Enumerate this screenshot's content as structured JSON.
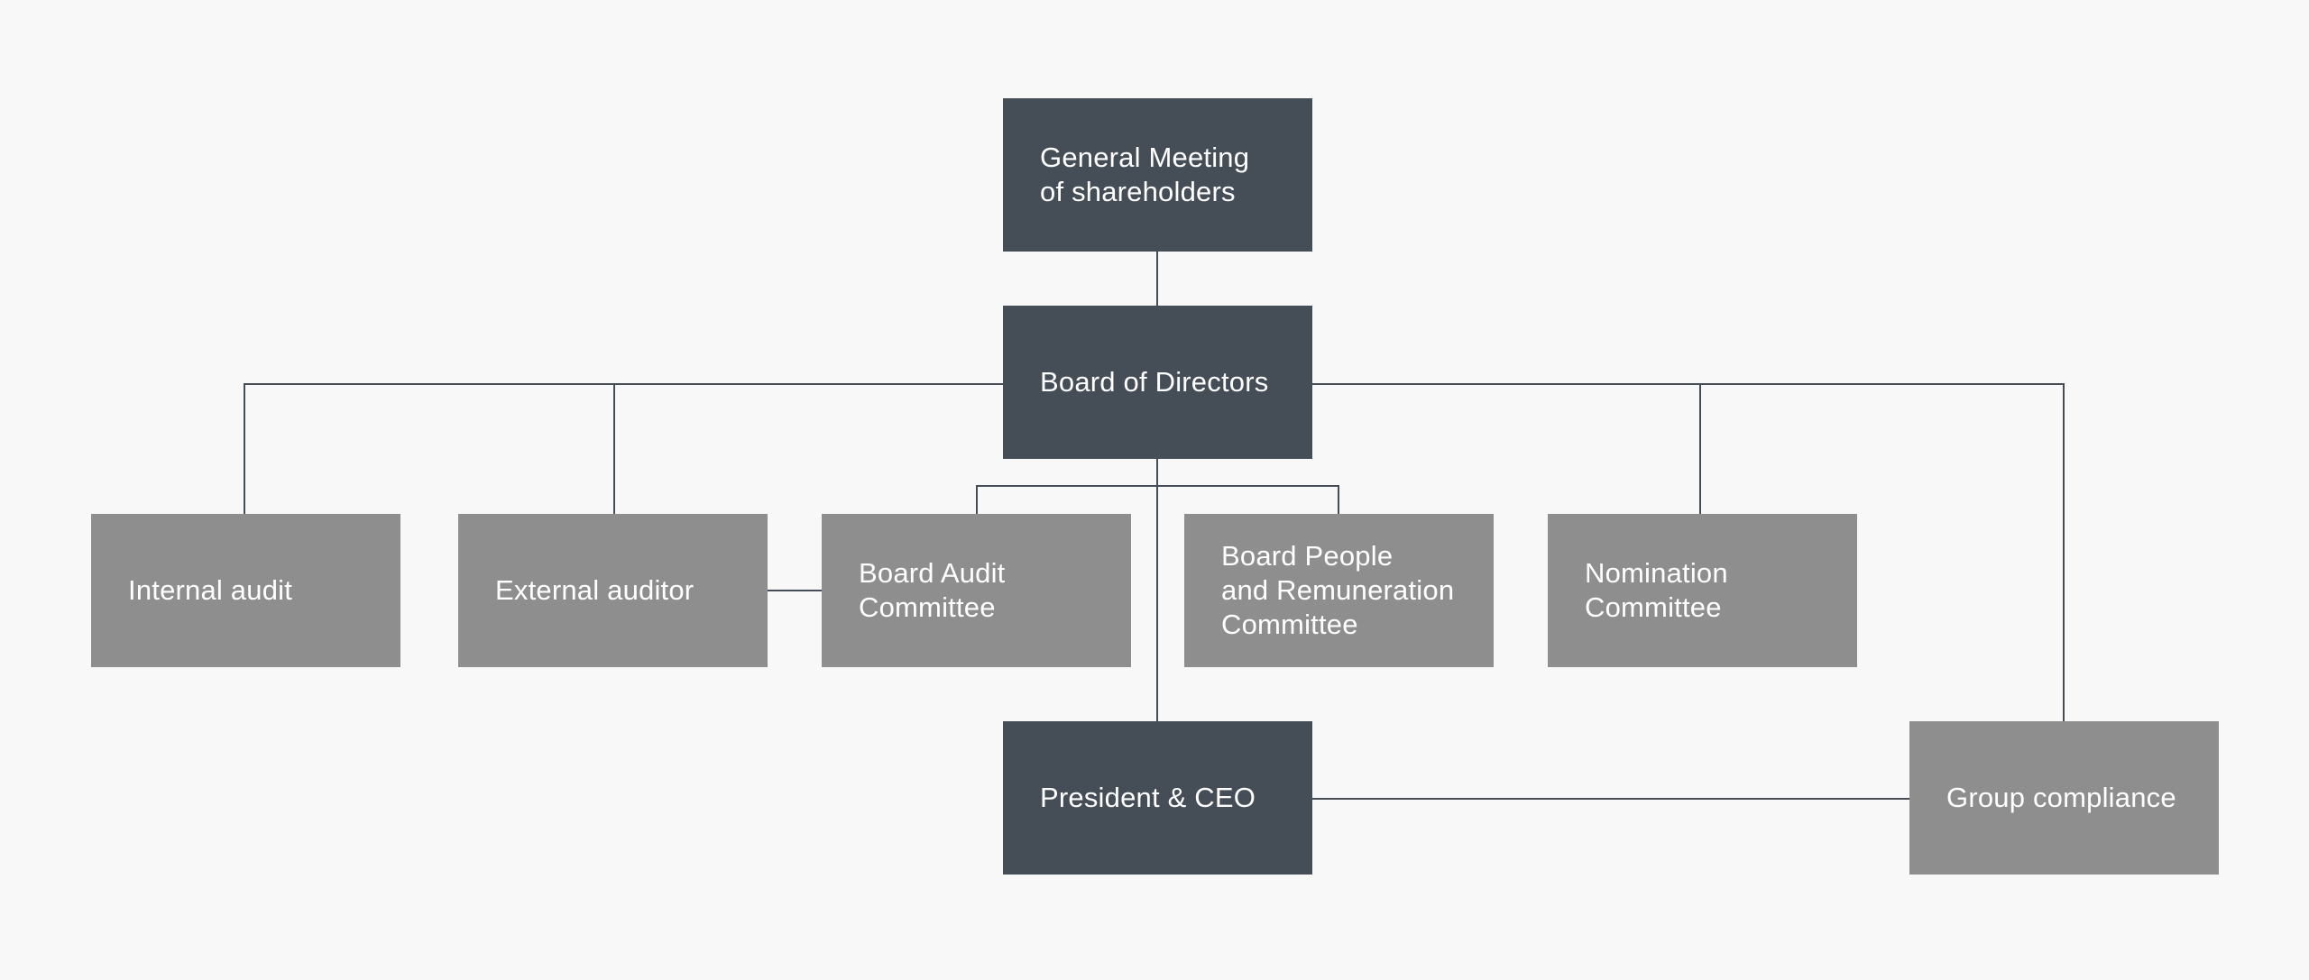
{
  "diagram": {
    "type": "org-chart",
    "background": "#f8f8f9",
    "colors": {
      "primary_box": "#454d57",
      "secondary_box": "#8e8e8e",
      "connector": "#454d57",
      "label_text": "#ffffff"
    },
    "nodes": {
      "general_meeting": {
        "label": "General Meeting\nof shareholders",
        "style": "primary"
      },
      "board_of_directors": {
        "label": "Board of Directors",
        "style": "primary"
      },
      "internal_audit": {
        "label": "Internal audit",
        "style": "secondary"
      },
      "external_auditor": {
        "label": "External auditor",
        "style": "secondary"
      },
      "board_audit_committee": {
        "label": "Board Audit\nCommittee",
        "style": "secondary"
      },
      "board_people_remuneration": {
        "label": "Board People\nand Remuneration\nCommittee",
        "style": "secondary"
      },
      "nomination_committee": {
        "label": "Nomination\nCommittee",
        "style": "secondary"
      },
      "president_ceo": {
        "label": "President & CEO",
        "style": "primary"
      },
      "group_compliance": {
        "label": "Group compliance",
        "style": "secondary"
      }
    },
    "connections": [
      [
        "general_meeting",
        "board_of_directors"
      ],
      [
        "board_of_directors",
        "internal_audit"
      ],
      [
        "board_of_directors",
        "external_auditor"
      ],
      [
        "board_of_directors",
        "board_audit_committee"
      ],
      [
        "board_of_directors",
        "board_people_remuneration"
      ],
      [
        "board_of_directors",
        "nomination_committee"
      ],
      [
        "board_of_directors",
        "group_compliance"
      ],
      [
        "board_of_directors",
        "president_ceo"
      ],
      [
        "external_auditor",
        "board_audit_committee"
      ],
      [
        "president_ceo",
        "group_compliance"
      ]
    ]
  }
}
